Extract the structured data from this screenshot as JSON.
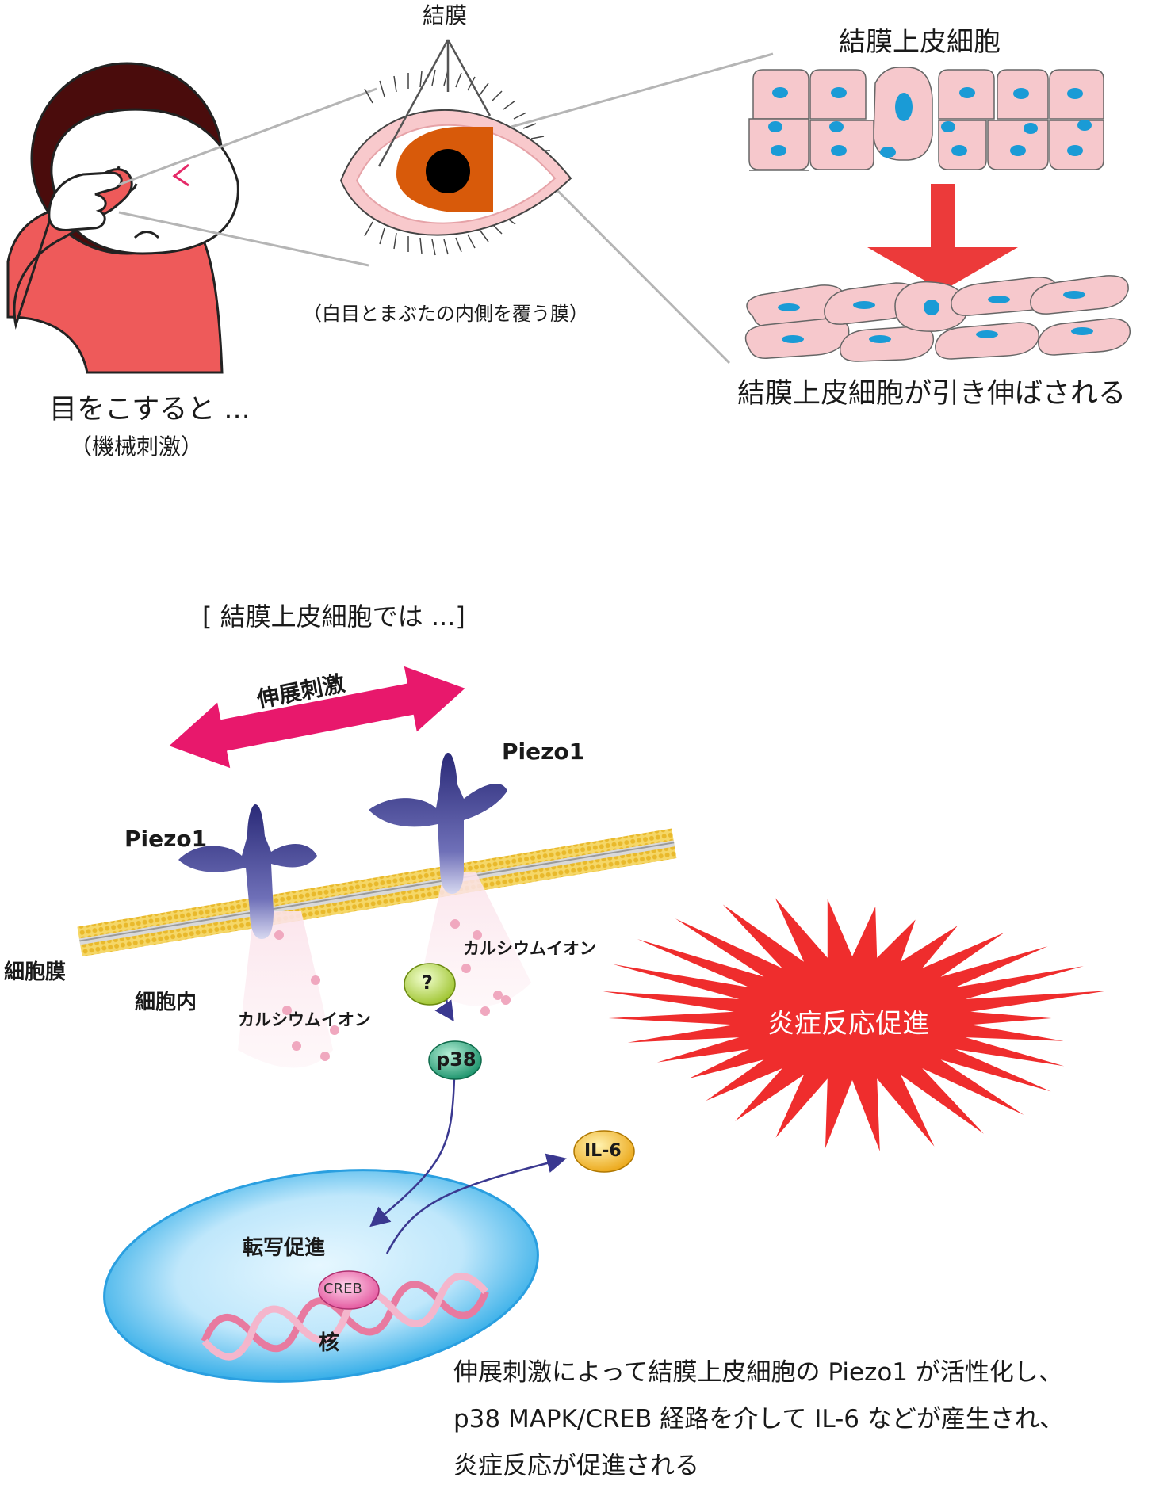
{
  "top": {
    "conjunctiva_label": "結膜",
    "conjunctiva_note": "（白目とまぶたの内側を覆う膜）",
    "rub_caption": "目をこすると ...",
    "rub_sub": "（機械刺激）",
    "epithelium_title": "結膜上皮細胞",
    "stretched_caption": "結膜上皮細胞が引き伸ばされる"
  },
  "bottom": {
    "heading": "[ 結膜上皮細胞では ...]",
    "stretch_label": "伸展刺激",
    "piezo_left": "Piezo1",
    "piezo_right": "Piezo1",
    "membrane_label": "細胞膜",
    "intracellular_label": "細胞内",
    "calcium_left": "カルシウムイオン",
    "calcium_right": "カルシウムイオン",
    "unknown_label": "?",
    "p38_label": "p38",
    "il6_label": "IL-6",
    "inflammation_label": "炎症反応促進",
    "transcription_label": "転写促進",
    "creb_label": "CREB",
    "nucleus_label": "核",
    "summary": [
      "伸展刺激によって結膜上皮細胞の Piezo1 が活性化し、",
      "p38 MAPK/CREB 経路を介して IL-6 などが産生され、",
      "炎症反応が促進される"
    ]
  },
  "colors": {
    "hair": "#4a0c0c",
    "shirt": "#ee5a5a",
    "iris": "#d85a0a",
    "cell_fill": "#f6c8cc",
    "cell_nucleus": "#1a9bd6",
    "arrow_red": "#ec3a3a",
    "stretch_arrow": "#e8186c",
    "piezo": "#2c2a7a",
    "membrane": "#f0cf46",
    "burst": "#ef2d2d",
    "nucleus": "#5ec3ee",
    "dna": "#e87aa0",
    "p38": "#23a07a",
    "question": "#b2d23a",
    "il6": "#f0b21a",
    "pathway": "#3a3890"
  }
}
